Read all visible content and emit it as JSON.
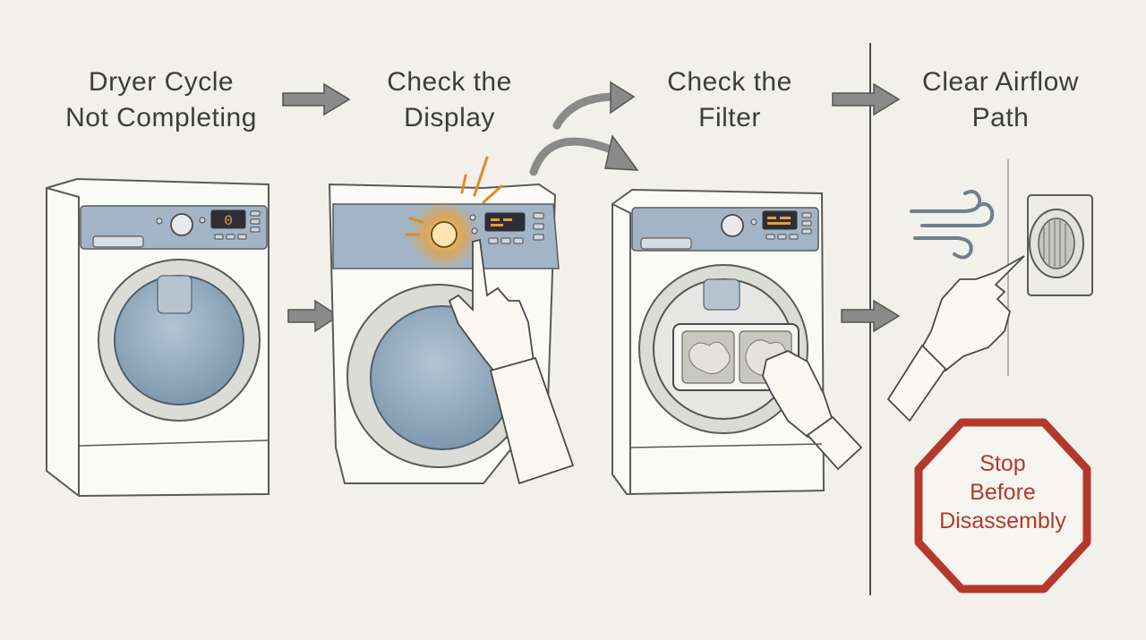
{
  "steps": [
    {
      "title": "Dryer Cycle\nNot Completing"
    },
    {
      "title": "Check the\nDisplay"
    },
    {
      "title": "Check the\nFilter"
    },
    {
      "title": "Clear Airflow\nPath"
    }
  ],
  "displays": {
    "step1": "0"
  },
  "stop_sign": {
    "text": "Stop\nBefore\nDisassembly"
  },
  "colors": {
    "background": "#f1f0ea",
    "panel": "#a3b4c6",
    "drum_glass": "#8ea6bb",
    "accent_glow": "#f0a030",
    "stop_red": "#b4392c",
    "ink": "#3d3d3d"
  }
}
